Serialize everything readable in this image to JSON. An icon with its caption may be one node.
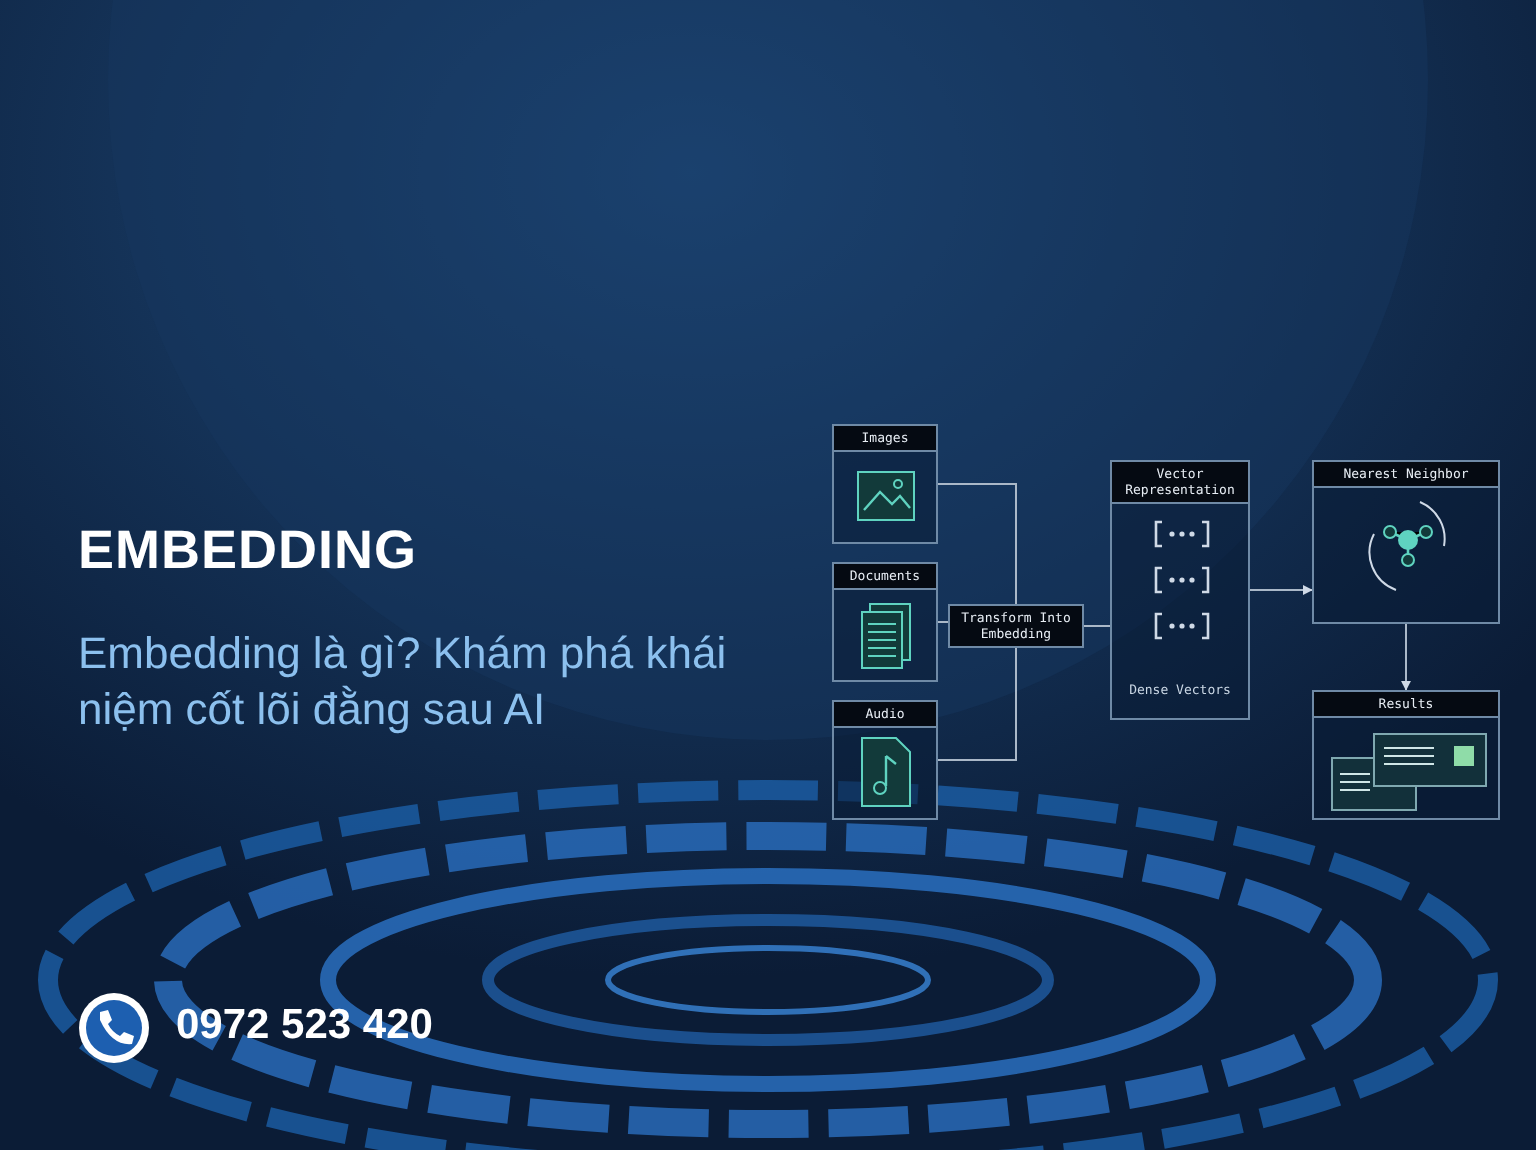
{
  "diagram": {
    "title": "EMBEDDING",
    "nodes": [
      {
        "text": [
          "Images"
        ]
      },
      {
        "text": [
          "Documents"
        ]
      },
      {
        "text": [
          "Audio"
        ]
      },
      {
        "text": [
          "Transform Into Embedding"
        ]
      },
      {
        "text": [
          "Vector Representation",
          "Dense Vectors"
        ]
      },
      {
        "text": [
          "Nearest Neighbor"
        ]
      },
      {
        "text": [
          "Results"
        ]
      }
    ],
    "edges": [
      {
        "from": 0,
        "to": 3,
        "arrow": "none"
      },
      {
        "from": 1,
        "to": 3,
        "arrow": "none"
      },
      {
        "from": 2,
        "to": 3,
        "arrow": "none"
      },
      {
        "from": 3,
        "to": 4,
        "arrow": "none"
      },
      {
        "from": 4,
        "to": 5,
        "arrow": "to"
      },
      {
        "from": 5,
        "to": 6,
        "arrow": "to"
      }
    ],
    "labels": [
      "Embedding là gì? Khám phá khái niệm cốt lõi đằng sau AI",
      "0972 523 420"
    ]
  }
}
